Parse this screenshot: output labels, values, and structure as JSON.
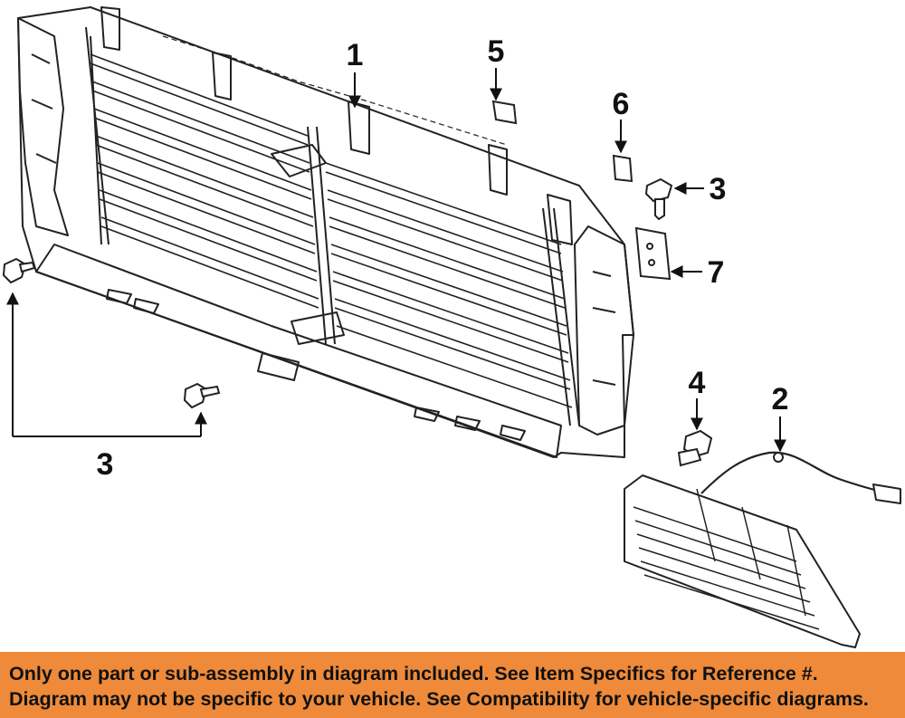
{
  "diagram": {
    "callouts": {
      "c1": "1",
      "c2": "2",
      "c3_left": "3",
      "c3_right": "3",
      "c4": "4",
      "c5": "5",
      "c6": "6",
      "c7": "7"
    }
  },
  "notice": {
    "line1": "Only one part or sub-assembly in diagram included. See Item Specifics for Reference #.",
    "line2": "Diagram may not be specific to your vehicle. See Compatibility for vehicle-specific diagrams."
  },
  "colors": {
    "banner": "#ee8a3a",
    "line": "#222222",
    "background": "#ffffff"
  }
}
